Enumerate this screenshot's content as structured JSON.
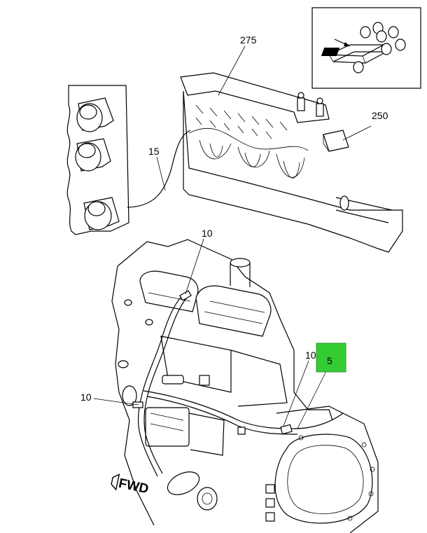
{
  "callouts": [
    {
      "id": "c275",
      "text": "275"
    },
    {
      "id": "c250",
      "text": "250"
    },
    {
      "id": "c15",
      "text": "15"
    },
    {
      "id": "c10a",
      "text": "10"
    },
    {
      "id": "c10b",
      "text": "10"
    },
    {
      "id": "c10c",
      "text": "10"
    },
    {
      "id": "c5",
      "text": "5"
    }
  ],
  "highlight": {
    "text": "5",
    "color": "#33cc33"
  },
  "orientation": {
    "text": "FWD"
  },
  "colors": {
    "line": "#000000",
    "background": "#ffffff",
    "highlight": "#33cc33"
  }
}
